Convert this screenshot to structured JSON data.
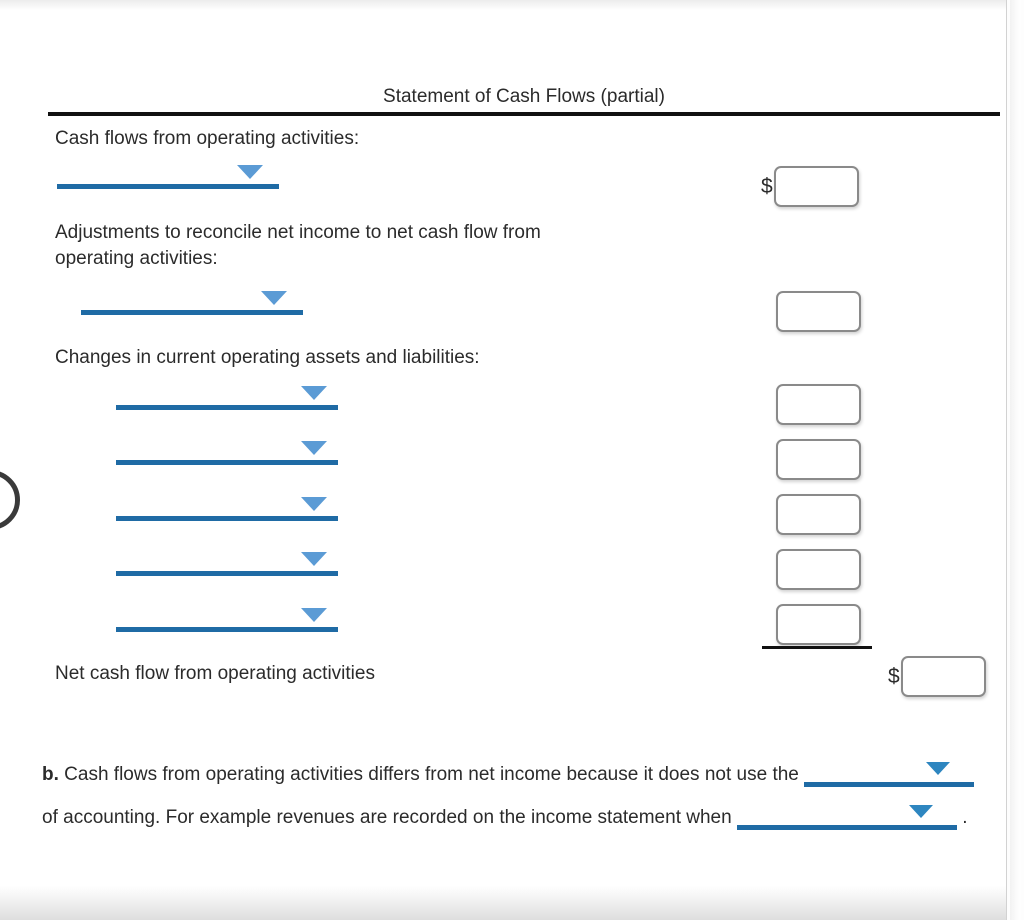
{
  "statement": {
    "title": "Statement of Cash Flows (partial)",
    "sections": [
      {
        "label": "Cash flows from operating activities:"
      },
      {
        "label": "Adjustments to reconcile net income to net cash flow from\noperating activities:"
      },
      {
        "label": "Changes in current operating assets and liabilities:"
      }
    ],
    "total_label": "Net cash flow from operating activities",
    "currency_symbol": "$",
    "blank_dropdown_value": "",
    "entry_rows": [
      {
        "name": "operating-activities-entry-1",
        "value": "",
        "amount": ""
      },
      {
        "name": "adjustments-entry-1",
        "value": "",
        "amount": ""
      },
      {
        "name": "changes-entry-1",
        "value": "",
        "amount": ""
      },
      {
        "name": "changes-entry-2",
        "value": "",
        "amount": ""
      },
      {
        "name": "changes-entry-3",
        "value": "",
        "amount": ""
      },
      {
        "name": "changes-entry-4",
        "value": "",
        "amount": ""
      },
      {
        "name": "changes-entry-5",
        "value": "",
        "amount": ""
      }
    ],
    "total_amount": ""
  },
  "part_b": {
    "marker": "b.",
    "text_1": "Cash flows from operating activities differs from net income because it does not use the",
    "dropdown_1_value": "",
    "text_2": "of accounting. For example revenues are recorded on the income statement when",
    "dropdown_2_value": "",
    "text_3": "."
  },
  "colors": {
    "dropdown_rule": "#1f6ba5",
    "dropdown_caret": "#5b9bd5",
    "statement_rule": "#111111",
    "text": "#2b2b2b",
    "box_border": "#8a8a8a",
    "page_background": "#ffffff"
  },
  "icons": {
    "caret": "chevron-down-icon"
  }
}
